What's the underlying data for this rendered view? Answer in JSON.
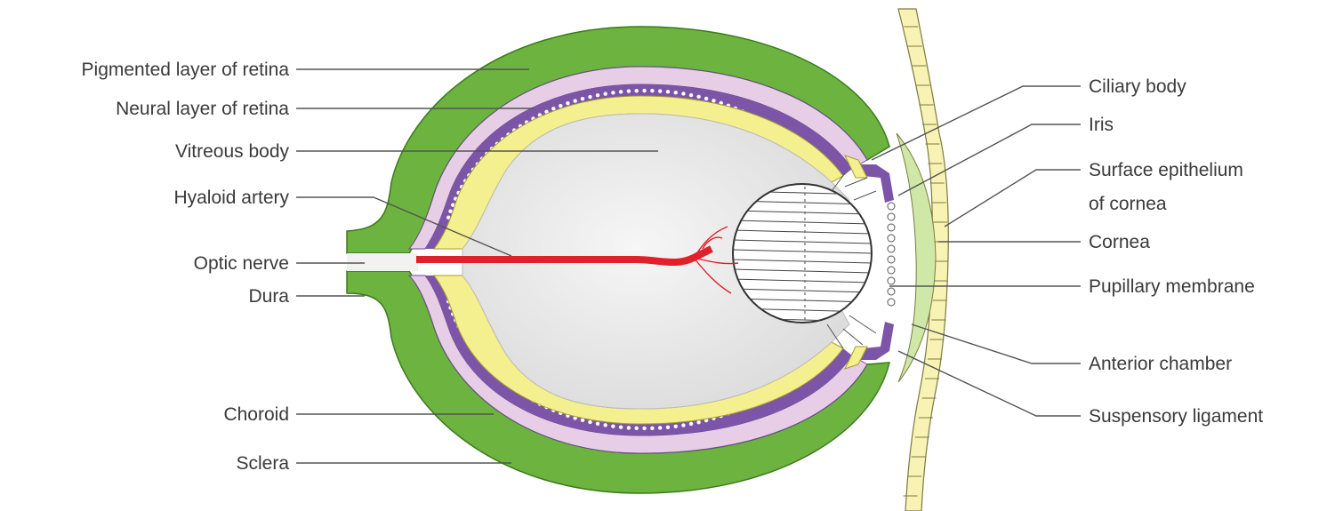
{
  "labels": {
    "pigmented_layer": "Pigmented layer of retina",
    "neural_layer": "Neural layer of retina",
    "vitreous_body": "Vitreous body",
    "hyaloid_artery": "Hyaloid artery",
    "optic_nerve": "Optic nerve",
    "dura": "Dura",
    "choroid": "Choroid",
    "sclera": "Sclera",
    "ciliary_body": "Ciliary body",
    "iris": "Iris",
    "surface_epithelium_line1": "Surface epithelium",
    "surface_epithelium_line2": "of cornea",
    "cornea": "Cornea",
    "pupillary_membrane": "Pupillary membrane",
    "anterior_chamber": "Anterior chamber",
    "suspensory_ligament": "Suspensory ligament"
  },
  "colors": {
    "sclera": "#6cb33f",
    "choroid": "#e7cde6",
    "pigment": "#7c55a8",
    "retina_neural": "#f4ef8f",
    "vitreous": "#e6e6e6",
    "cornea": "#cfe8a8",
    "epithelium": "#f8f3b5",
    "artery": "#e0202a",
    "lens": "#ffffff",
    "leader_line": "#555555"
  }
}
